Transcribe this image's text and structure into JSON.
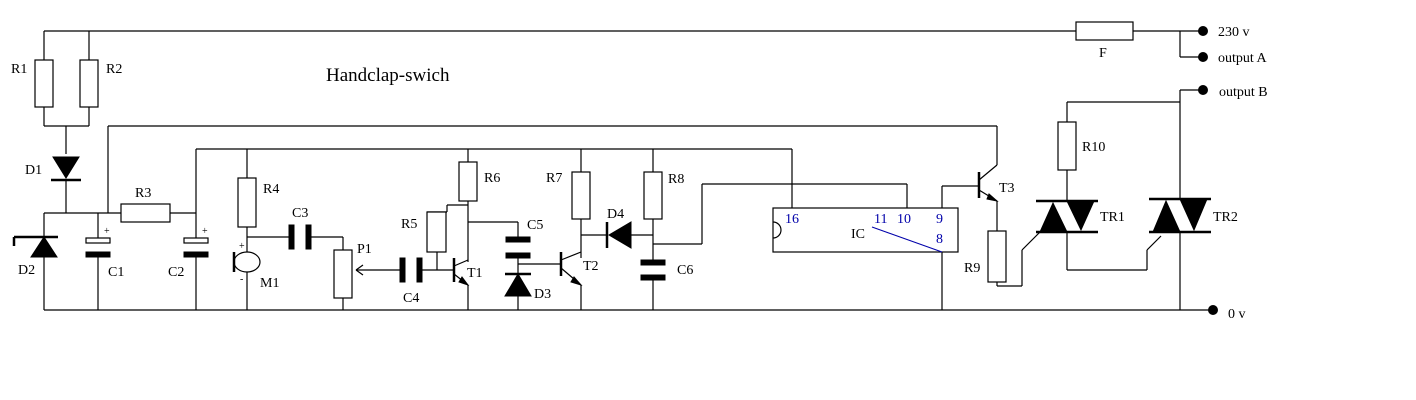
{
  "title": "Handclap-swich",
  "terminals": {
    "t230": "230 v",
    "outA": "output A",
    "outB": "output B",
    "zero": "0 v"
  },
  "labels": {
    "R1": "R1",
    "R2": "R2",
    "R3": "R3",
    "R4": "R4",
    "R5": "R5",
    "R6": "R6",
    "R7": "R7",
    "R8": "R8",
    "R9": "R9",
    "R10": "R10",
    "C1": "C1",
    "C2": "C2",
    "C3": "C3",
    "C4": "C4",
    "C5": "C5",
    "C6": "C6",
    "D1": "D1",
    "D2": "D2",
    "D3": "D3",
    "D4": "D4",
    "T1": "T1",
    "T2": "T2",
    "T3": "T3",
    "M1": "M1",
    "P1": "P1",
    "F": "F",
    "IC": "IC",
    "TR1": "TR1",
    "TR2": "TR2"
  },
  "ic_pins": {
    "p16": "16",
    "p11": "11",
    "p10": "10",
    "p9": "9",
    "p8": "8"
  },
  "signs": {
    "plus": "+",
    "minus": "-"
  },
  "colors": {
    "line": "#000000",
    "pin_text": "#0000aa",
    "background": "#ffffff"
  }
}
